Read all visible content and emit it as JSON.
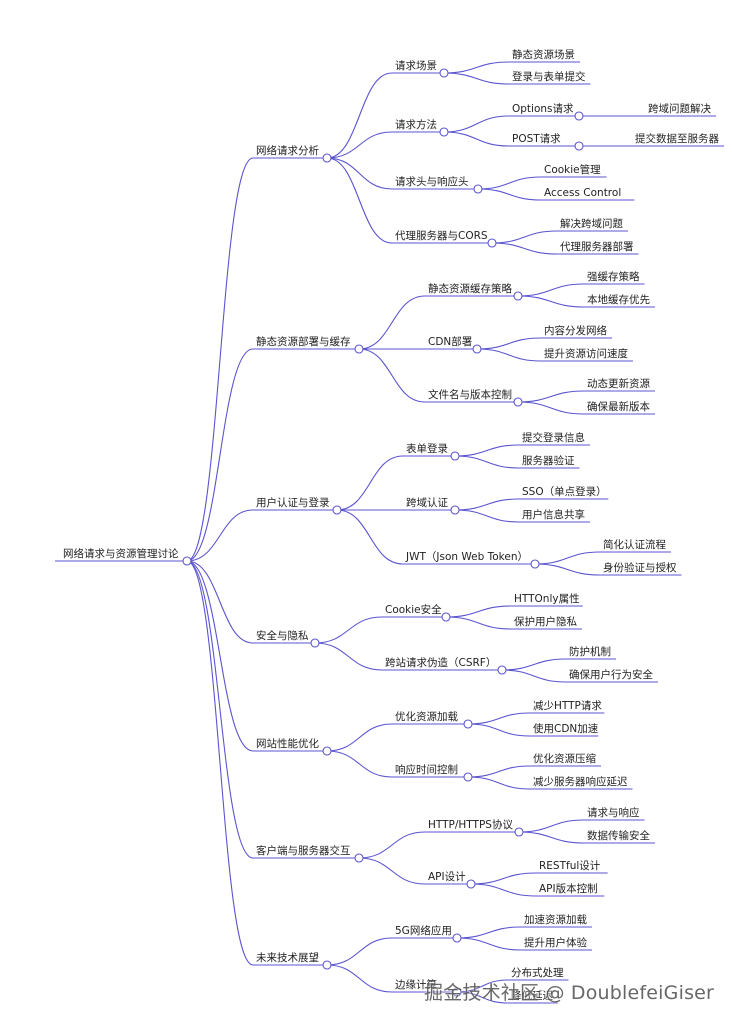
{
  "root": "网络请求与资源管理讨论",
  "watermark": "掘金技术社区 @ DoublefeiGiser",
  "colors": {
    "line": "#5b54cf",
    "text": "#1f1f1f"
  },
  "branches": [
    {
      "label": "网络请求分析",
      "children": [
        {
          "label": "请求场景",
          "children": [
            {
              "label": "静态资源场景"
            },
            {
              "label": "登录与表单提交"
            }
          ]
        },
        {
          "label": "请求方法",
          "children": [
            {
              "label": "Options请求",
              "children": [
                {
                  "label": "跨域问题解决"
                }
              ]
            },
            {
              "label": "POST请求",
              "children": [
                {
                  "label": "提交数据至服务器"
                }
              ]
            }
          ]
        },
        {
          "label": "请求头与响应头",
          "children": [
            {
              "label": "Cookie管理"
            },
            {
              "label": "Access Control"
            }
          ]
        },
        {
          "label": "代理服务器与CORS",
          "children": [
            {
              "label": "解决跨域问题"
            },
            {
              "label": "代理服务器部署"
            }
          ]
        }
      ]
    },
    {
      "label": "静态资源部署与缓存",
      "children": [
        {
          "label": "静态资源缓存策略",
          "children": [
            {
              "label": "强缓存策略"
            },
            {
              "label": "本地缓存优先"
            }
          ]
        },
        {
          "label": "CDN部署",
          "children": [
            {
              "label": "内容分发网络"
            },
            {
              "label": "提升资源访问速度"
            }
          ]
        },
        {
          "label": "文件名与版本控制",
          "children": [
            {
              "label": "动态更新资源"
            },
            {
              "label": "确保最新版本"
            }
          ]
        }
      ]
    },
    {
      "label": "用户认证与登录",
      "children": [
        {
          "label": "表单登录",
          "children": [
            {
              "label": "提交登录信息"
            },
            {
              "label": "服务器验证"
            }
          ]
        },
        {
          "label": "跨域认证",
          "children": [
            {
              "label": "SSO（单点登录）"
            },
            {
              "label": "用户信息共享"
            }
          ]
        },
        {
          "label": "JWT（Json Web Token）",
          "children": [
            {
              "label": "简化认证流程"
            },
            {
              "label": "身份验证与授权"
            }
          ]
        }
      ]
    },
    {
      "label": "安全与隐私",
      "children": [
        {
          "label": "Cookie安全",
          "children": [
            {
              "label": "HTTOnly属性"
            },
            {
              "label": "保护用户隐私"
            }
          ]
        },
        {
          "label": "跨站请求伪造（CSRF）",
          "children": [
            {
              "label": "防护机制"
            },
            {
              "label": "确保用户行为安全"
            }
          ]
        }
      ]
    },
    {
      "label": "网站性能优化",
      "children": [
        {
          "label": "优化资源加载",
          "children": [
            {
              "label": "减少HTTP请求"
            },
            {
              "label": "使用CDN加速"
            }
          ]
        },
        {
          "label": "响应时间控制",
          "children": [
            {
              "label": "优化资源压缩"
            },
            {
              "label": "减少服务器响应延迟"
            }
          ]
        }
      ]
    },
    {
      "label": "客户端与服务器交互",
      "children": [
        {
          "label": "HTTP/HTTPS协议",
          "children": [
            {
              "label": "请求与响应"
            },
            {
              "label": "数据传输安全"
            }
          ]
        },
        {
          "label": "API设计",
          "children": [
            {
              "label": "RESTful设计"
            },
            {
              "label": "API版本控制"
            }
          ]
        }
      ]
    },
    {
      "label": "未来技术展望",
      "children": [
        {
          "label": "5G网络应用",
          "children": [
            {
              "label": "加速资源加载"
            },
            {
              "label": "提升用户体验"
            }
          ]
        },
        {
          "label": "边缘计算",
          "children": [
            {
              "label": "分布式处理"
            },
            {
              "label": "降低延迟"
            }
          ]
        }
      ]
    }
  ]
}
